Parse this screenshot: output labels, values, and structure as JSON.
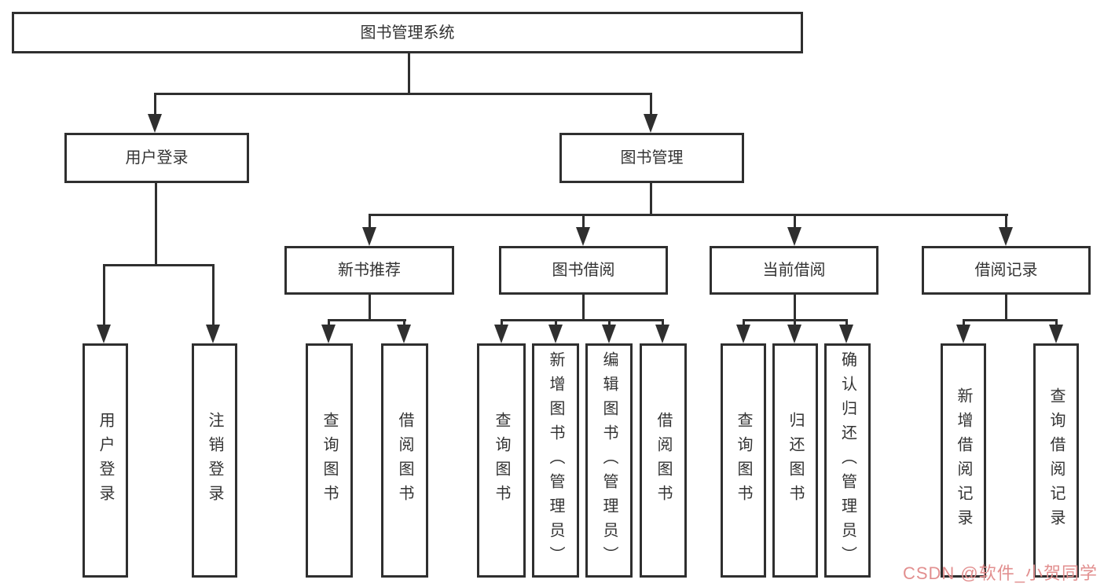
{
  "diagram": {
    "root": {
      "label": "图书管理系统"
    },
    "login": {
      "label": "用户登录",
      "children": [
        {
          "label": "用户登录"
        },
        {
          "label": "注销登录"
        }
      ]
    },
    "mgmt": {
      "label": "图书管理",
      "groups": [
        {
          "label": "新书推荐",
          "children": [
            {
              "label": "查询图书"
            },
            {
              "label": "借阅图书"
            }
          ]
        },
        {
          "label": "图书借阅",
          "children": [
            {
              "label": "查询图书"
            },
            {
              "label": "新增图书（管理员）"
            },
            {
              "label": "编辑图书（管理员）"
            },
            {
              "label": "借阅图书"
            }
          ]
        },
        {
          "label": "当前借阅",
          "children": [
            {
              "label": "查询图书"
            },
            {
              "label": "归还图书"
            },
            {
              "label": "确认归还（管理员）"
            }
          ]
        },
        {
          "label": "借阅记录",
          "children": [
            {
              "label": "新增借阅记录"
            },
            {
              "label": "查询借阅记录"
            }
          ]
        }
      ]
    }
  },
  "watermark": {
    "text": "CSDN @软件_小贺同学",
    "color": "#e28f8f"
  },
  "colors": {
    "line": "#2f2f2f",
    "text": "#333333",
    "background": "#ffffff"
  }
}
